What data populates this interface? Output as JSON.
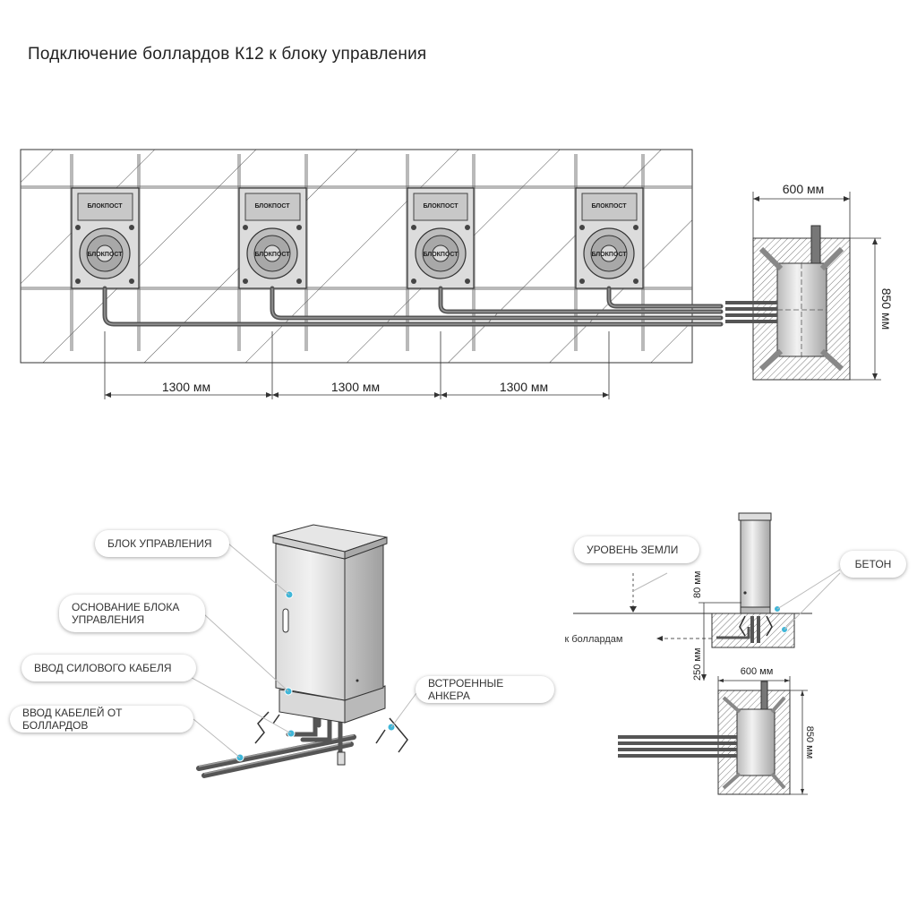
{
  "title": "Подключение боллардов К12 к блоку управления",
  "plan": {
    "spacing_labels": [
      "1300 мм",
      "1300 мм",
      "1300 мм"
    ],
    "pit_width": "600 мм",
    "pit_height": "850 мм",
    "bollard_logo": "БЛОКПОСТ"
  },
  "cabinet": {
    "callouts": {
      "control_unit": "БЛОК УПРАВЛЕНИЯ",
      "control_base": "ОСНОВАНИЕ БЛОКА УПРАВЛЕНИЯ",
      "power_cable": "ВВОД СИЛОВОГО КАБЕЛЯ",
      "bollard_cables": "ВВОД КАБЕЛЕЙ ОТ БОЛЛАРДОВ",
      "anchors": "ВСТРОЕННЫЕ АНКЕРА"
    }
  },
  "section": {
    "ground_level": "УРОВЕНЬ ЗЕМЛИ",
    "concrete": "БЕТОН",
    "dim_80": "80 мм",
    "dim_250": "250 мм",
    "to_bollards": "к боллардам",
    "pit_width": "600 мм",
    "pit_height": "850 мм"
  },
  "colors": {
    "callout_dot": "#3fb6d8",
    "cable": "#555555",
    "hatch": "#444444"
  }
}
